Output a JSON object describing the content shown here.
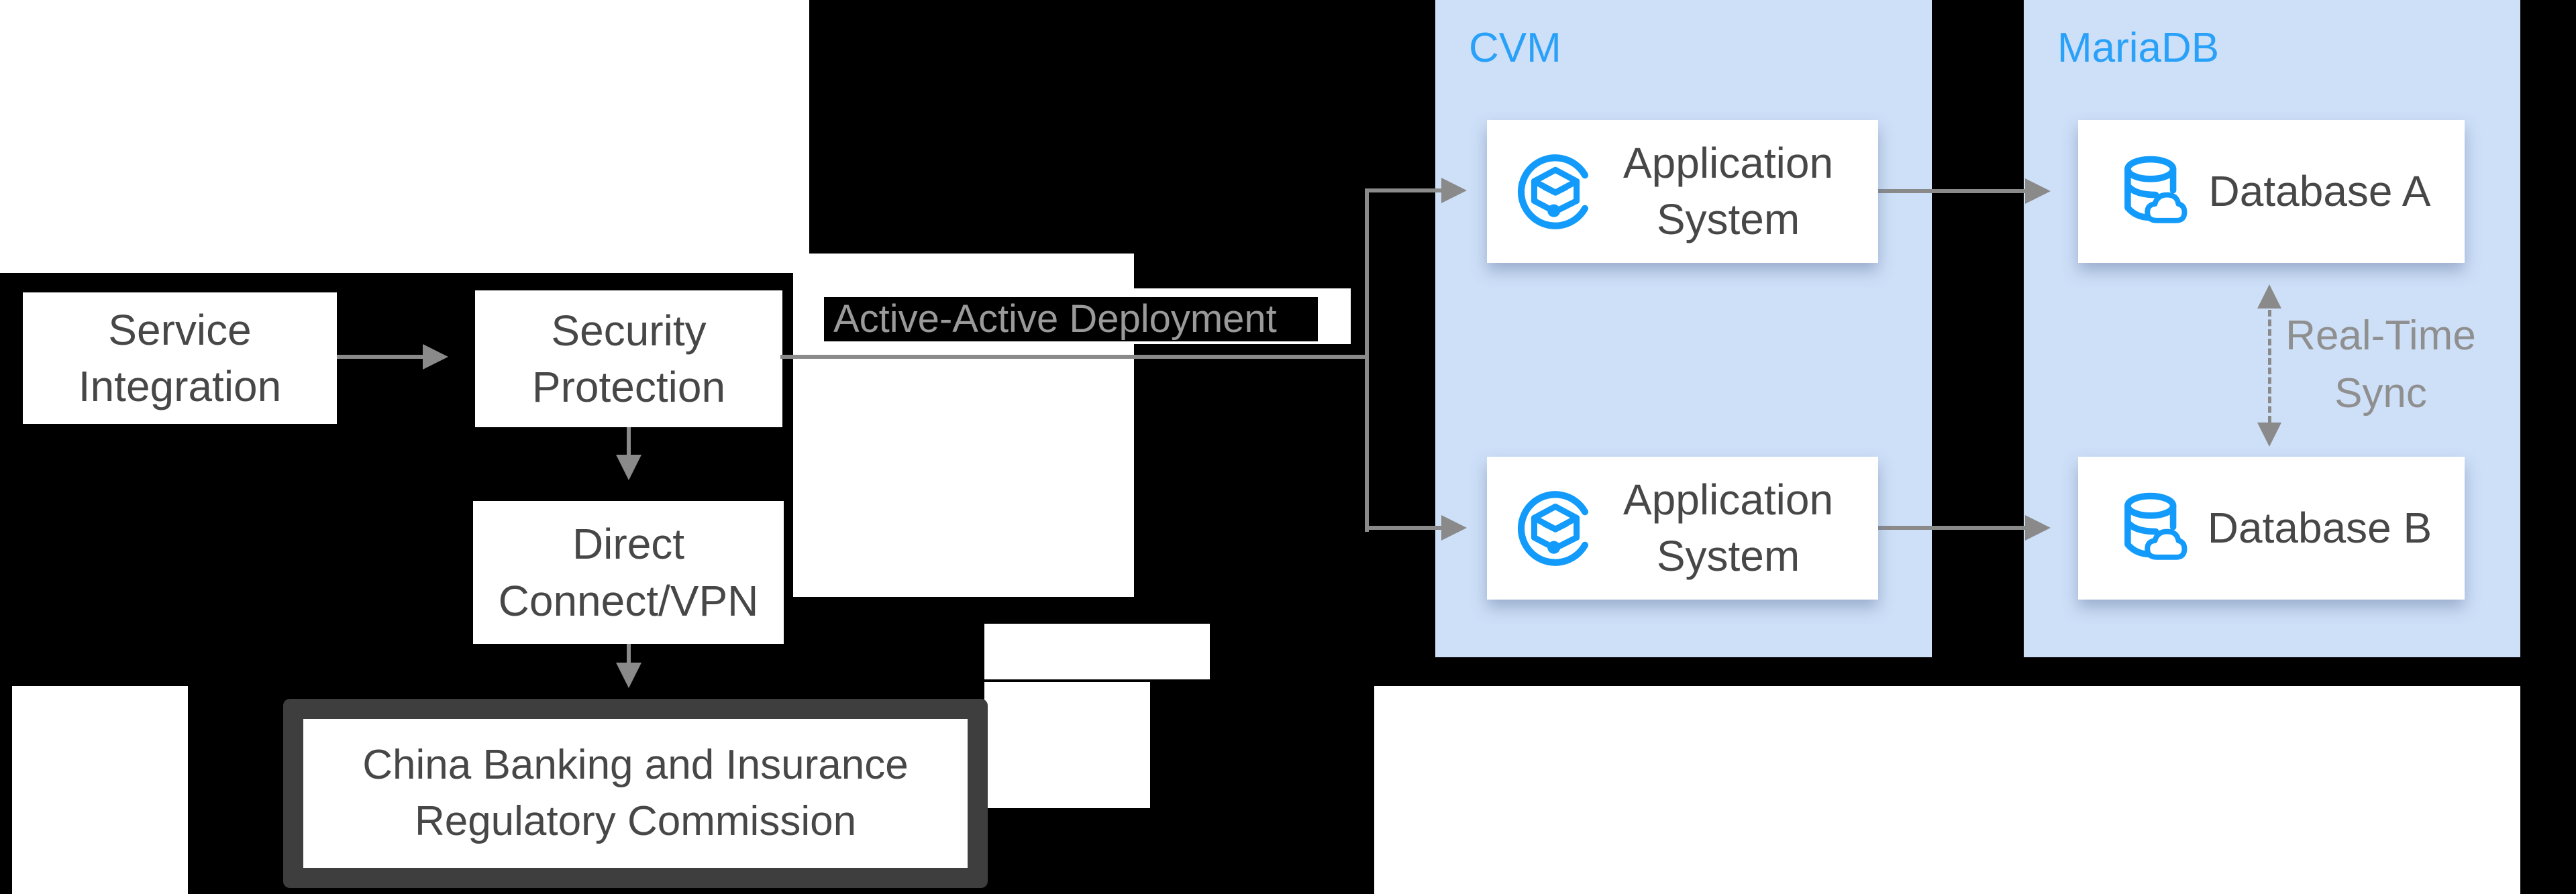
{
  "nodes": {
    "service": {
      "lines": [
        "Service",
        "Integration"
      ]
    },
    "security": {
      "lines": [
        "Security",
        "Protection"
      ]
    },
    "direct_connect": {
      "lines": [
        "Direct",
        "Connect/VPN"
      ]
    },
    "regulator": {
      "lines": [
        "China Banking and Insurance",
        "Regulatory Commission"
      ]
    },
    "app_system_1": {
      "lines": [
        "Application",
        "System"
      ]
    },
    "app_system_2": {
      "lines": [
        "Application",
        "System"
      ]
    },
    "database_a": {
      "label": "Database A"
    },
    "database_b": {
      "label": "Database B"
    }
  },
  "groups": {
    "cvm": {
      "label": "CVM"
    },
    "mariadb": {
      "label": "MariaDB"
    }
  },
  "annotations": {
    "deployment": {
      "label": "Active-Active Deployment"
    },
    "sync": {
      "lines": [
        "Real-Time",
        "Sync"
      ]
    }
  },
  "colors": {
    "background": "#000000",
    "panel_fill": "#cee0f8",
    "group_label_blue": "#2aa1f8",
    "icon_blue": "#129bfb",
    "node_text": "#474747",
    "arrow_gray": "#8a8a8a",
    "deployment_text": "#9a9a9a",
    "sync_text": "#8f8f8f",
    "regulator_border": "#3e3e3e"
  }
}
